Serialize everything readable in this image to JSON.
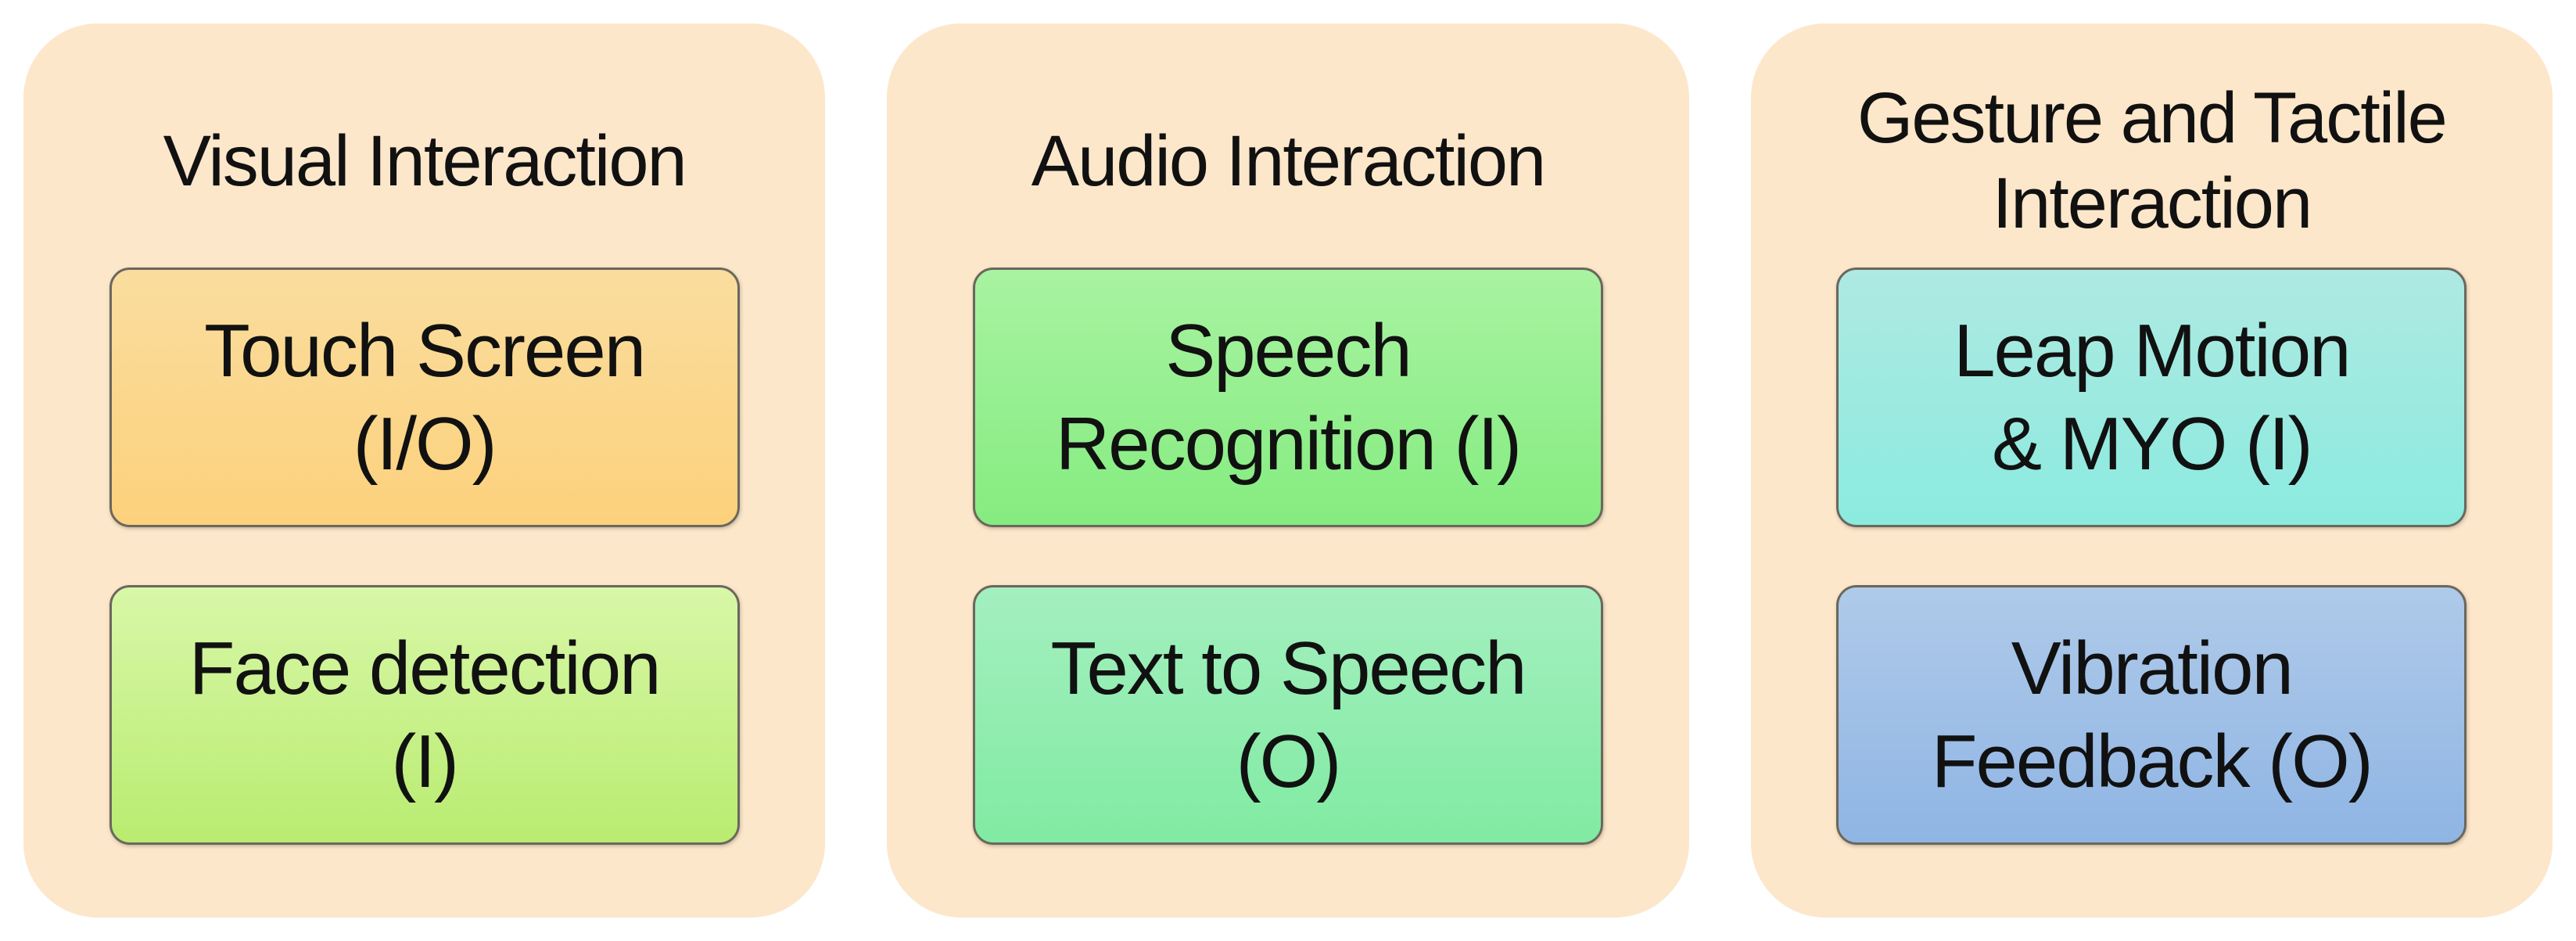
{
  "page": {
    "background": "#ffffff",
    "panel_background": "#FDE7CA",
    "node_border_color": "#6b675d",
    "text_color": "#111111"
  },
  "diagram": {
    "panels": [
      {
        "id": "visual-interaction",
        "title_lines": [
          "Visual Interaction"
        ],
        "boxes": [
          {
            "id": "touch-screen",
            "lines": [
              "Touch Screen",
              "(I/O)"
            ],
            "gradient": {
              "top": "#FADD9E",
              "bottom": "#FCD17C"
            }
          },
          {
            "id": "face-detection",
            "lines": [
              "Face detection",
              "(I)"
            ],
            "gradient": {
              "top": "#D8F7A8",
              "bottom": "#B9EC70"
            }
          }
        ]
      },
      {
        "id": "audio-interaction",
        "title_lines": [
          "Audio Interaction"
        ],
        "boxes": [
          {
            "id": "speech-recognition",
            "lines": [
              "Speech",
              "Recognition (I)"
            ],
            "gradient": {
              "top": "#A8F3A1",
              "bottom": "#85EC80"
            }
          },
          {
            "id": "text-to-speech",
            "lines": [
              "Text to Speech",
              "(O)"
            ],
            "gradient": {
              "top": "#A4EFBF",
              "bottom": "#80EBA2"
            }
          }
        ]
      },
      {
        "id": "gesture-tactile-interaction",
        "title_lines": [
          "Gesture and Tactile",
          "Interaction"
        ],
        "boxes": [
          {
            "id": "leap-motion-myo",
            "lines": [
              "Leap Motion",
              "& MYO (I)"
            ],
            "gradient": {
              "top": "#AEE9E2",
              "bottom": "#8BEBDF"
            }
          },
          {
            "id": "vibration-feedback",
            "lines": [
              "Vibration",
              "Feedback (O)"
            ],
            "gradient": {
              "top": "#AFCAE9",
              "bottom": "#8FB5E4"
            }
          }
        ]
      }
    ]
  }
}
